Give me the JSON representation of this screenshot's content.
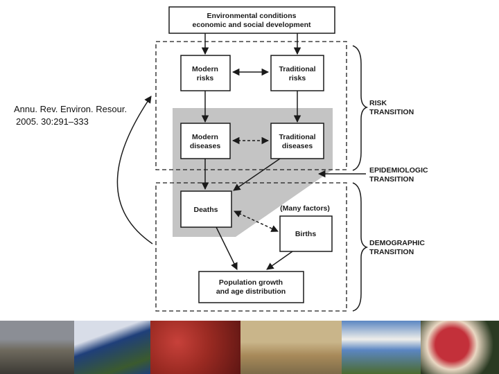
{
  "citation": {
    "line1": "Annu. Rev. Environ. Resour.",
    "line2": "2005. 30:291–333"
  },
  "diagram": {
    "top_box": [
      "Environmental conditions",
      "economic and social development"
    ],
    "modern_risks": [
      "Modern",
      "risks"
    ],
    "traditional_risks": [
      "Traditional",
      "risks"
    ],
    "modern_diseases": [
      "Modern",
      "diseases"
    ],
    "traditional_diseases": [
      "Traditional",
      "diseases"
    ],
    "deaths": "Deaths",
    "many_factors": "(Many factors)",
    "births": "Births",
    "population_box": [
      "Population growth",
      "and age distribution"
    ],
    "risk_transition": [
      "RISK",
      "TRANSITION"
    ],
    "epidemiologic_transition": [
      "EPIDEMIOLOGIC",
      "TRANSITION"
    ],
    "demographic_transition": [
      "DEMOGRAPHIC",
      "TRANSITION"
    ]
  },
  "colors": {
    "shade": "#c4c4c4",
    "line": "#1a1a1a"
  },
  "artwork_strip": [
    {
      "name": "panorama-landscape-painting",
      "colors": [
        "#8b8e95",
        "#3c3a35",
        "#6f6a5e"
      ]
    },
    {
      "name": "snow-mountain-painting",
      "colors": [
        "#1f3f7a",
        "#d8dde8",
        "#3b5a2e"
      ]
    },
    {
      "name": "red-abstract-painting",
      "colors": [
        "#9a2a22",
        "#c7413a",
        "#5e1613"
      ]
    },
    {
      "name": "desert-hills-painting",
      "colors": [
        "#c9b58a",
        "#a88a5a",
        "#7d6b49"
      ]
    },
    {
      "name": "cloud-landscape-painting",
      "colors": [
        "#5b86c2",
        "#eeeeea",
        "#4c6b2f"
      ]
    },
    {
      "name": "watermelon-still-life-painting",
      "colors": [
        "#c3303a",
        "#2a3a22",
        "#e9d7c2"
      ]
    }
  ]
}
